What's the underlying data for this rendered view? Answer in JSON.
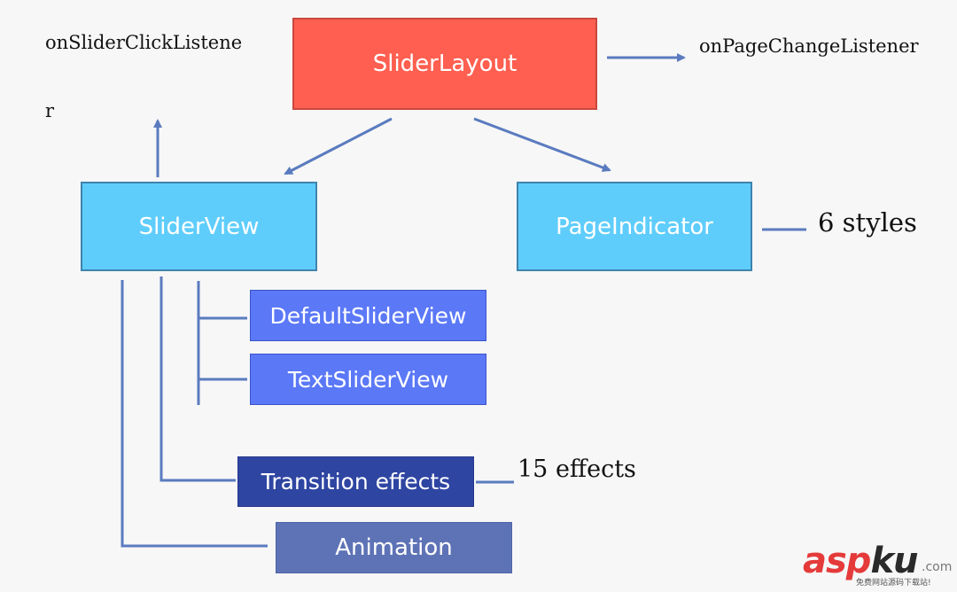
{
  "nodes": {
    "slider_layout": "SliderLayout",
    "slider_view": "SliderView",
    "page_indicator": "PageIndicator",
    "default_slider_view": "DefaultSliderView",
    "text_slider_view": "TextSliderView",
    "transition_effects": "Transition effects",
    "animation": "Animation"
  },
  "labels": {
    "on_slider_click_line1": "onSliderClickListene",
    "on_slider_click_line2": "r",
    "on_page_change": "onPageChangeListener",
    "six_styles": "6 styles",
    "fifteen_effects": "15 effects"
  },
  "watermark": {
    "brand_main": "asp",
    "brand_ku": "ku",
    "brand_suffix": ".com",
    "tagline": "免费网站源码下载站!"
  },
  "colors": {
    "slider_layout": "#ff5f50",
    "slider_view": "#5fcdfb",
    "page_indicator": "#5fcdfb",
    "view_subclass": "#5b78f7",
    "transition_effects": "#2e45a2",
    "animation": "#5e73b6",
    "connector": "#5a7bbf"
  }
}
